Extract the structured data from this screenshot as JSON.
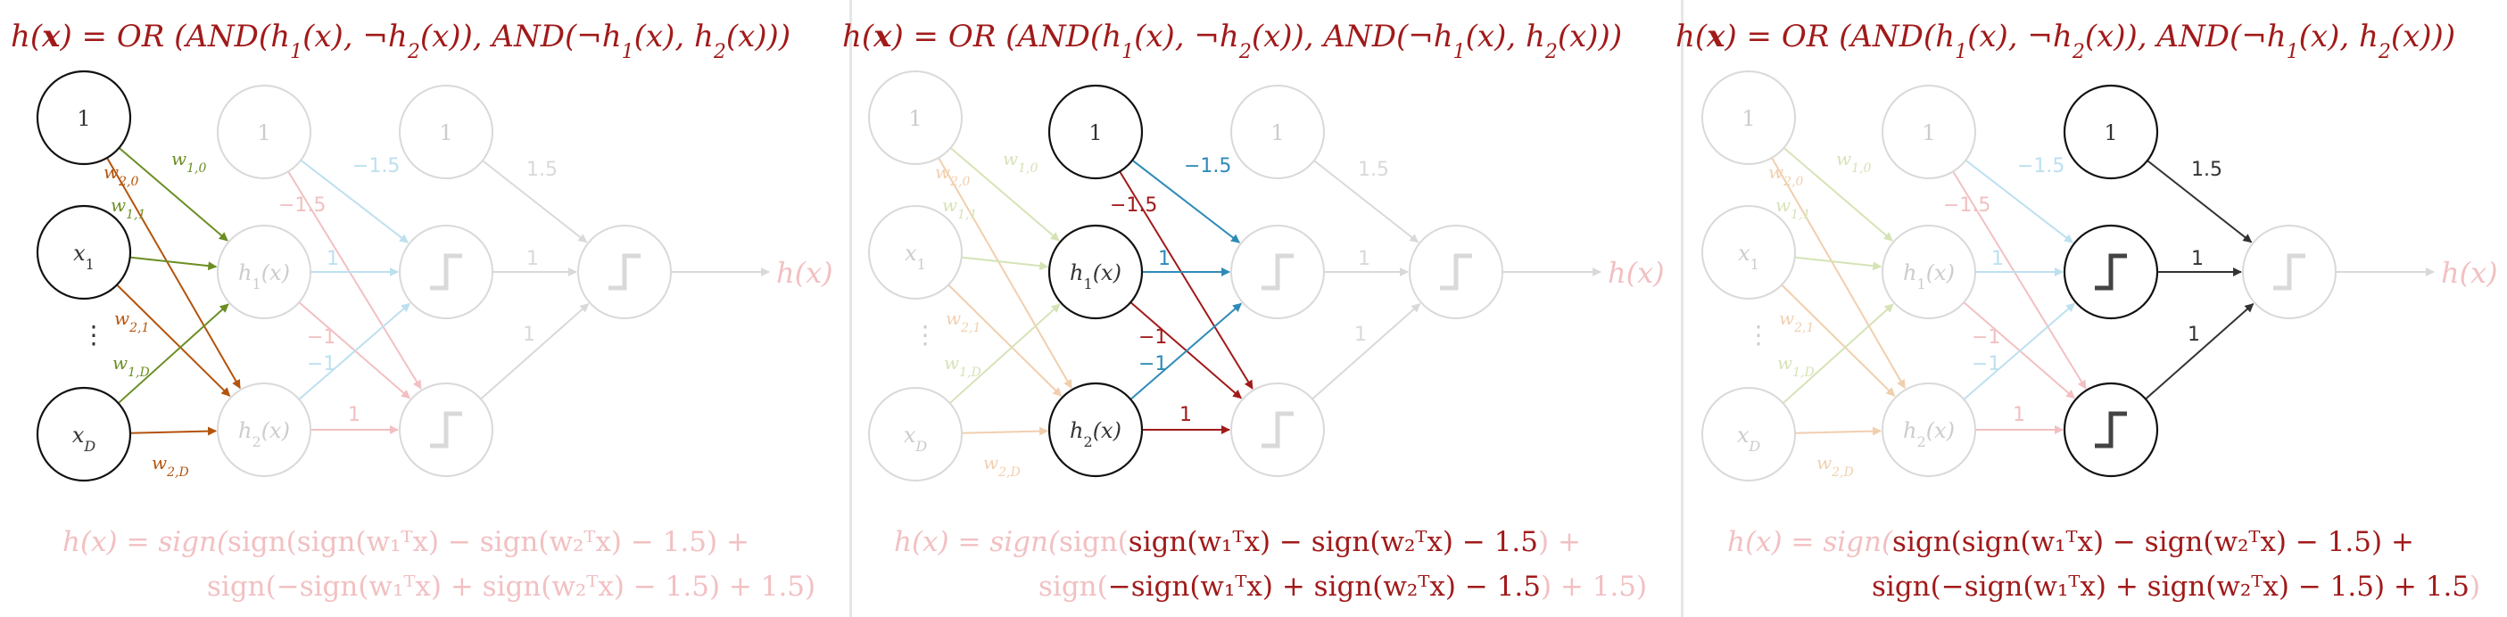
{
  "colors": {
    "red": "#a11a1a",
    "red_light": "#f2c0c2",
    "orange": "#b4530b",
    "orange_light": "#f0cfae",
    "green": "#6b8e23",
    "green_light": "#d5e3b6",
    "blue": "#2e8bb8",
    "blue_light": "#bde0ef",
    "node_dark": "#111111",
    "node_light": "#d9d9d9",
    "text_dark": "#333333",
    "text_light": "#cccccc",
    "panel_divider": "#dddddd"
  },
  "equation_top": {
    "lhs": "h(",
    "x": "x",
    "eq": ") = OR (AND(h",
    "sub1": "1",
    "mid1": "(x), ¬h",
    "sub2": "2",
    "mid2": "(x)), AND(¬h",
    "sub3": "1",
    "mid3": "(x), h",
    "sub4": "2",
    "end": "(x)))"
  },
  "equation_bottom": {
    "line1_prefix": "h(x) = sign(",
    "line1_sign": "sign(",
    "line1_core": "sign(w₁ᵀx) − sign(w₂ᵀx) − 1.5",
    "line1_tail": ") +",
    "line2_sign": "sign(",
    "line2_core": "−sign(w₁ᵀx) + sign(w₂ᵀx) − 1.5",
    "line2_tail": ") + 1.5",
    "line2_end": ")"
  },
  "nodes": {
    "input_bias": "1",
    "input_x1": "x",
    "input_x1_sub": "1",
    "input_dots": "⋮",
    "input_xD": "x",
    "input_xD_sub": "D",
    "hidden1_bias": "1",
    "h1": "h",
    "h1_sub": "1",
    "h1_arg": "(x)",
    "h2": "h",
    "h2_sub": "2",
    "h2_arg": "(x)",
    "hidden2_bias": "1",
    "output_label": "h(x)"
  },
  "weights": {
    "w20": "w",
    "w20_sub": "2,0",
    "w10": "w",
    "w10_sub": "1,0",
    "w11": "w",
    "w11_sub": "1,1",
    "w21": "w",
    "w21_sub": "2,1",
    "w1D": "w",
    "w1D_sub": "1,D",
    "w2D": "w",
    "w2D_sub": "2,D",
    "l2_bias_red": "−1.5",
    "l2_bias_blue": "−1.5",
    "l2_h1_blue": "1",
    "l2_h1_red": "−1",
    "l2_h2_blue": "−1",
    "l2_h2_red": "1",
    "l3_bias": "1.5",
    "l3_a": "1",
    "l3_b": "1"
  }
}
